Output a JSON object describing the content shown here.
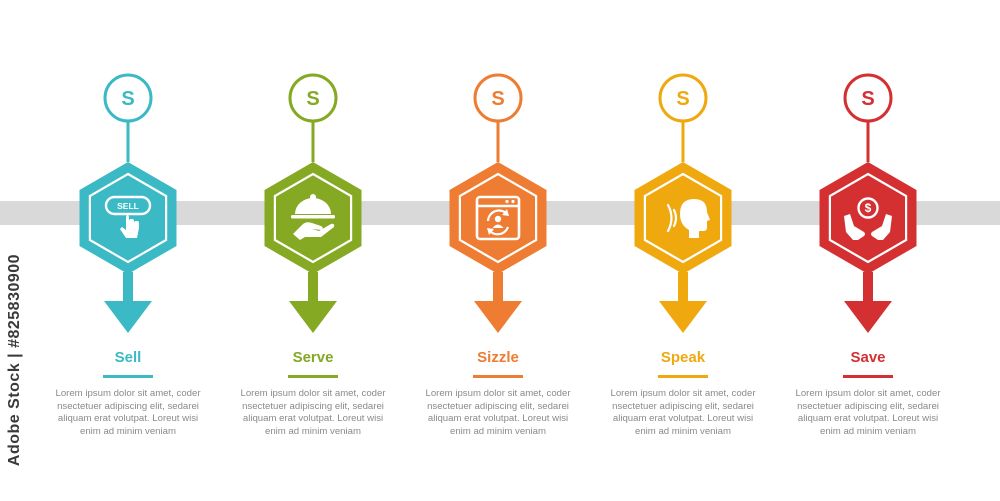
{
  "colors": {
    "band": "#d9d9d9",
    "text_muted": "#8a8a8a"
  },
  "watermark": {
    "side_text": "Adobe Stock | #825830900"
  },
  "steps": [
    {
      "letter": "S",
      "title": "Sell",
      "color": "#3bb9c5",
      "icon": "sell-button-click-icon",
      "icon_text": "SELL",
      "description": "Lorem ipsum dolor sit amet, coder nsectetuer adipiscing elit, sedarei aliquam erat volutpat. Loreut wisi enim ad minim veniam"
    },
    {
      "letter": "S",
      "title": "Serve",
      "color": "#85a923",
      "icon": "serving-cloche-icon",
      "description": "Lorem ipsum dolor sit amet, coder nsectetuer adipiscing elit, sedarei aliquam erat volutpat. Loreut wisi enim ad minim veniam"
    },
    {
      "letter": "S",
      "title": "Sizzle",
      "color": "#ee7c32",
      "icon": "browser-user-refresh-icon",
      "description": "Lorem ipsum dolor sit amet, coder nsectetuer adipiscing elit, sedarei aliquam erat volutpat. Loreut wisi enim ad minim veniam"
    },
    {
      "letter": "S",
      "title": "Speak",
      "color": "#f0a80f",
      "icon": "speaking-head-icon",
      "description": "Lorem ipsum dolor sit amet, coder nsectetuer adipiscing elit, sedarei aliquam erat volutpat. Loreut wisi enim ad minim veniam"
    },
    {
      "letter": "S",
      "title": "Save",
      "color": "#d43032",
      "icon": "hands-coin-icon",
      "description": "Lorem ipsum dolor sit amet, coder nsectetuer adipiscing elit, sedarei aliquam erat volutpat. Loreut wisi enim ad minim veniam"
    }
  ]
}
